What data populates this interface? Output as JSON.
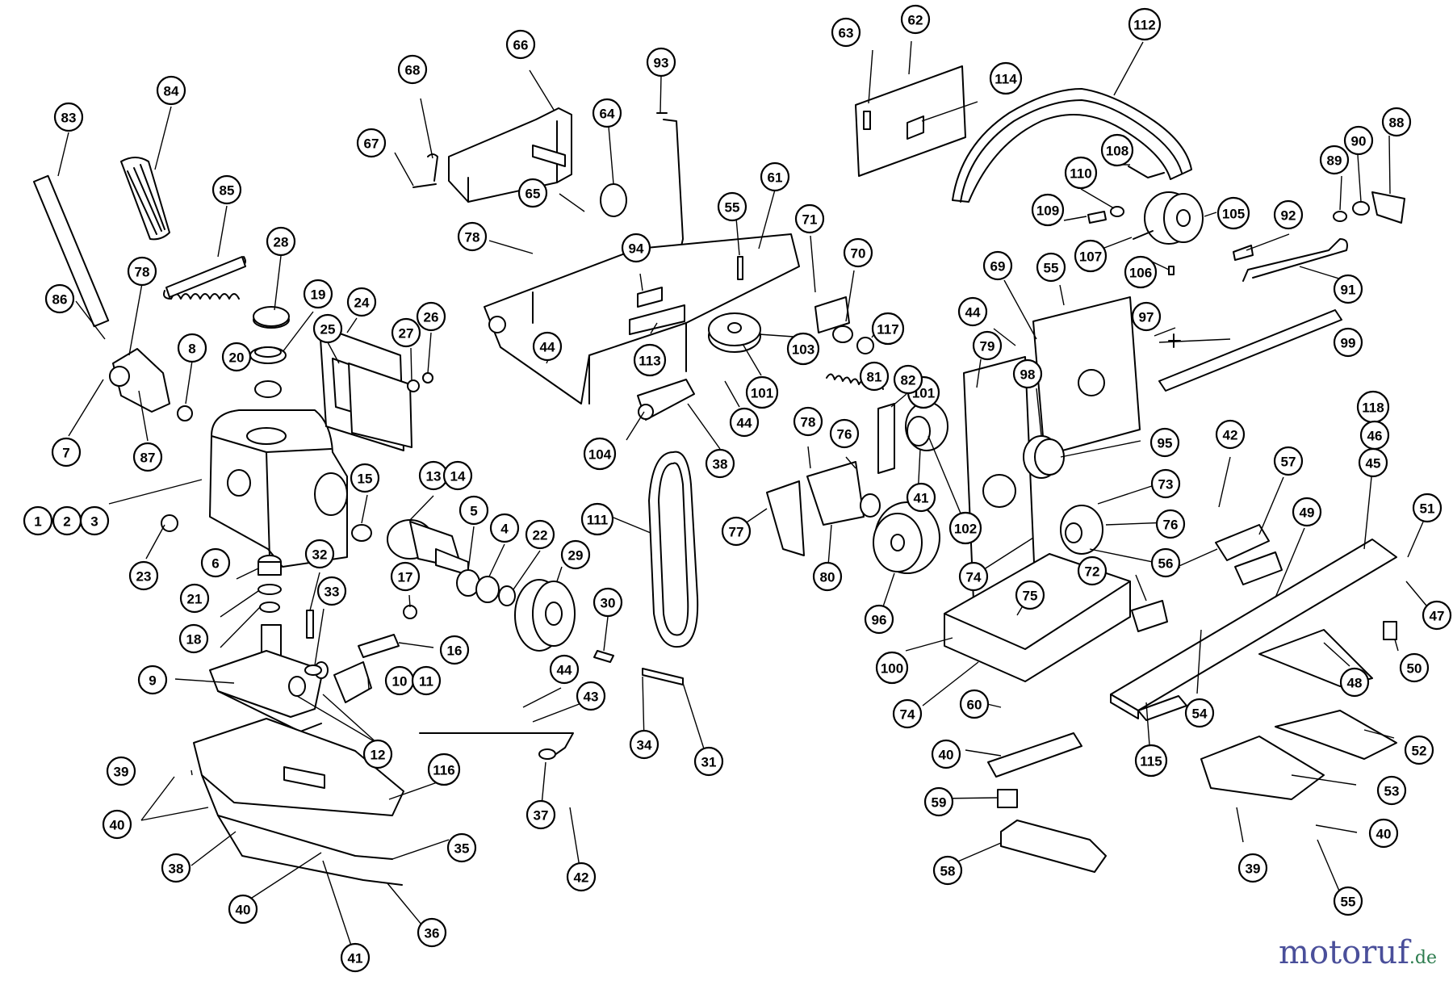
{
  "diagram": {
    "callouts": [
      {
        "label": "83"
      },
      {
        "label": "84"
      },
      {
        "label": "85"
      },
      {
        "label": "86"
      },
      {
        "label": "78"
      },
      {
        "label": "8"
      },
      {
        "label": "7"
      },
      {
        "label": "87"
      },
      {
        "label": "1"
      },
      {
        "label": "2"
      },
      {
        "label": "3"
      },
      {
        "label": "23"
      },
      {
        "label": "28"
      },
      {
        "label": "19"
      },
      {
        "label": "20"
      },
      {
        "label": "24"
      },
      {
        "label": "25"
      },
      {
        "label": "27"
      },
      {
        "label": "26"
      },
      {
        "label": "15"
      },
      {
        "label": "13"
      },
      {
        "label": "14"
      },
      {
        "label": "6"
      },
      {
        "label": "21"
      },
      {
        "label": "18"
      },
      {
        "label": "32"
      },
      {
        "label": "33"
      },
      {
        "label": "17"
      },
      {
        "label": "16"
      },
      {
        "label": "5"
      },
      {
        "label": "4"
      },
      {
        "label": "22"
      },
      {
        "label": "29"
      },
      {
        "label": "30"
      },
      {
        "label": "9"
      },
      {
        "label": "10"
      },
      {
        "label": "11"
      },
      {
        "label": "12"
      },
      {
        "label": "39"
      },
      {
        "label": "40"
      },
      {
        "label": "38"
      },
      {
        "label": "116"
      },
      {
        "label": "35"
      },
      {
        "label": "40"
      },
      {
        "label": "41"
      },
      {
        "label": "36"
      },
      {
        "label": "44"
      },
      {
        "label": "43"
      },
      {
        "label": "37"
      },
      {
        "label": "42"
      },
      {
        "label": "34"
      },
      {
        "label": "31"
      },
      {
        "label": "68"
      },
      {
        "label": "66"
      },
      {
        "label": "67"
      },
      {
        "label": "64"
      },
      {
        "label": "65"
      },
      {
        "label": "93"
      },
      {
        "label": "78"
      },
      {
        "label": "94"
      },
      {
        "label": "44"
      },
      {
        "label": "113"
      },
      {
        "label": "55"
      },
      {
        "label": "61"
      },
      {
        "label": "104"
      },
      {
        "label": "38"
      },
      {
        "label": "44"
      },
      {
        "label": "101"
      },
      {
        "label": "103"
      },
      {
        "label": "71"
      },
      {
        "label": "70"
      },
      {
        "label": "117"
      },
      {
        "label": "111"
      },
      {
        "label": "63"
      },
      {
        "label": "62"
      },
      {
        "label": "114"
      },
      {
        "label": "112"
      },
      {
        "label": "108"
      },
      {
        "label": "110"
      },
      {
        "label": "109"
      },
      {
        "label": "107"
      },
      {
        "label": "105"
      },
      {
        "label": "106"
      },
      {
        "label": "89"
      },
      {
        "label": "90"
      },
      {
        "label": "88"
      },
      {
        "label": "92"
      },
      {
        "label": "91"
      },
      {
        "label": "69"
      },
      {
        "label": "55"
      },
      {
        "label": "44"
      },
      {
        "label": "79"
      },
      {
        "label": "101"
      },
      {
        "label": "81"
      },
      {
        "label": "82"
      },
      {
        "label": "98"
      },
      {
        "label": "95"
      },
      {
        "label": "78"
      },
      {
        "label": "76"
      },
      {
        "label": "41"
      },
      {
        "label": "102"
      },
      {
        "label": "77"
      },
      {
        "label": "80"
      },
      {
        "label": "96"
      },
      {
        "label": "73"
      },
      {
        "label": "76"
      },
      {
        "label": "74"
      },
      {
        "label": "72"
      },
      {
        "label": "97"
      },
      {
        "label": "99"
      },
      {
        "label": "118"
      },
      {
        "label": "46"
      },
      {
        "label": "45"
      },
      {
        "label": "42"
      },
      {
        "label": "57"
      },
      {
        "label": "49"
      },
      {
        "label": "51"
      },
      {
        "label": "56"
      },
      {
        "label": "47"
      },
      {
        "label": "50"
      },
      {
        "label": "48"
      },
      {
        "label": "75"
      },
      {
        "label": "100"
      },
      {
        "label": "74"
      },
      {
        "label": "60"
      },
      {
        "label": "40"
      },
      {
        "label": "115"
      },
      {
        "label": "54"
      },
      {
        "label": "52"
      },
      {
        "label": "53"
      },
      {
        "label": "59"
      },
      {
        "label": "58"
      },
      {
        "label": "39"
      },
      {
        "label": "40"
      },
      {
        "label": "55"
      }
    ]
  },
  "brand": {
    "name": "motoruf",
    "suffix": ".de"
  }
}
